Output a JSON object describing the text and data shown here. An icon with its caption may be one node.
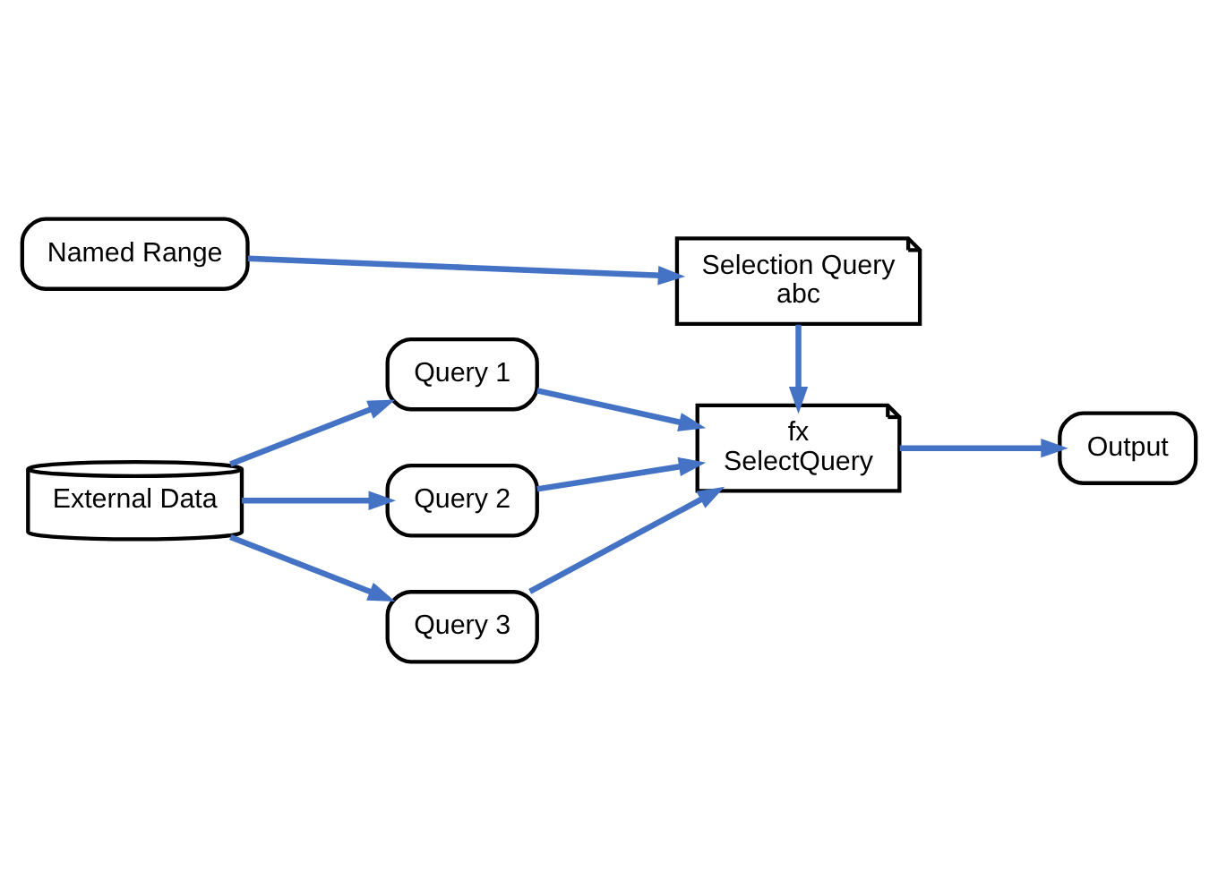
{
  "diagram": {
    "nodes": [
      {
        "text": [
          "Named Range"
        ]
      },
      {
        "text": [
          "Selection Query",
          "abc"
        ]
      },
      {
        "text": [
          "External Data"
        ]
      },
      {
        "text": [
          "Query 1"
        ]
      },
      {
        "text": [
          "Query 2"
        ]
      },
      {
        "text": [
          "Query 3"
        ]
      },
      {
        "text": [
          "fx",
          "SelectQuery"
        ]
      },
      {
        "text": [
          "Output"
        ]
      }
    ],
    "edges": [
      {
        "from": 0,
        "to": 1,
        "arrow": "to"
      },
      {
        "from": 1,
        "to": 6,
        "arrow": "to"
      },
      {
        "from": 2,
        "to": 3,
        "arrow": "to"
      },
      {
        "from": 2,
        "to": 4,
        "arrow": "to"
      },
      {
        "from": 2,
        "to": 5,
        "arrow": "to"
      },
      {
        "from": 3,
        "to": 6,
        "arrow": "to"
      },
      {
        "from": 4,
        "to": 6,
        "arrow": "to"
      },
      {
        "from": 5,
        "to": 6,
        "arrow": "to"
      },
      {
        "from": 6,
        "to": 7,
        "arrow": "to"
      }
    ]
  }
}
